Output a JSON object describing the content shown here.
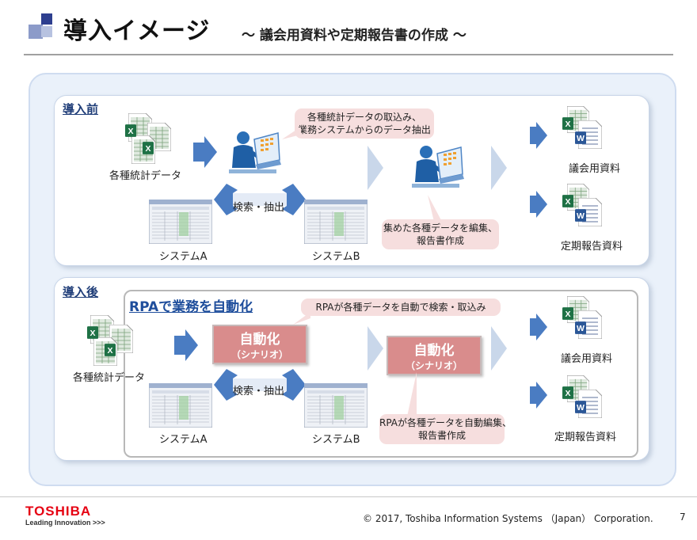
{
  "header": {
    "title": "導入イメージ",
    "subtitle": "～ 議会用資料や定期報告書の作成 ～"
  },
  "before": {
    "label": "導入前",
    "source_label": "各種統計データ",
    "callout_top": [
      "各種統計データの取込み、",
      "業務システムからのデータ抽出"
    ],
    "callout_bottom": [
      "集めた各種データを編集、",
      "報告書作成"
    ],
    "search_label": "検索・抽出",
    "system_a": "システムA",
    "system_b": "システムB",
    "output_1": "議会用資料",
    "output_2": "定期報告資料"
  },
  "after": {
    "label": "導入後",
    "rpa_title": "RPAで業務を自動化",
    "source_label": "各種統計データ",
    "callout_top": "RPAが各種データを自動で検索・取込み",
    "callout_bottom": [
      "RPAが各種データを自動編集、",
      "報告書作成"
    ],
    "auto_title": "自動化",
    "auto_sub": "（シナリオ）",
    "search_label": "検索・抽出",
    "system_a": "システムA",
    "system_b": "システムB",
    "output_1": "議会用資料",
    "output_2": "定期報告資料"
  },
  "footer": {
    "brand": "TOSHIBA",
    "tagline": "Leading Innovation >>>",
    "copyright": "© 2017, Toshiba Information Systems （Japan） Corporation.",
    "page": "7"
  },
  "colors": {
    "excel_green": "#1e7145",
    "word_blue": "#2b5797",
    "arrow_blue": "#4a7cc2",
    "callout_pink": "#f6dede",
    "auto_red": "#d98c8c",
    "brand_red": "#e60012"
  },
  "icons": [
    "excel-icon",
    "word-icon",
    "operator-icon",
    "system-window-icon",
    "arrow-right-icon",
    "double-arrow-icon"
  ]
}
